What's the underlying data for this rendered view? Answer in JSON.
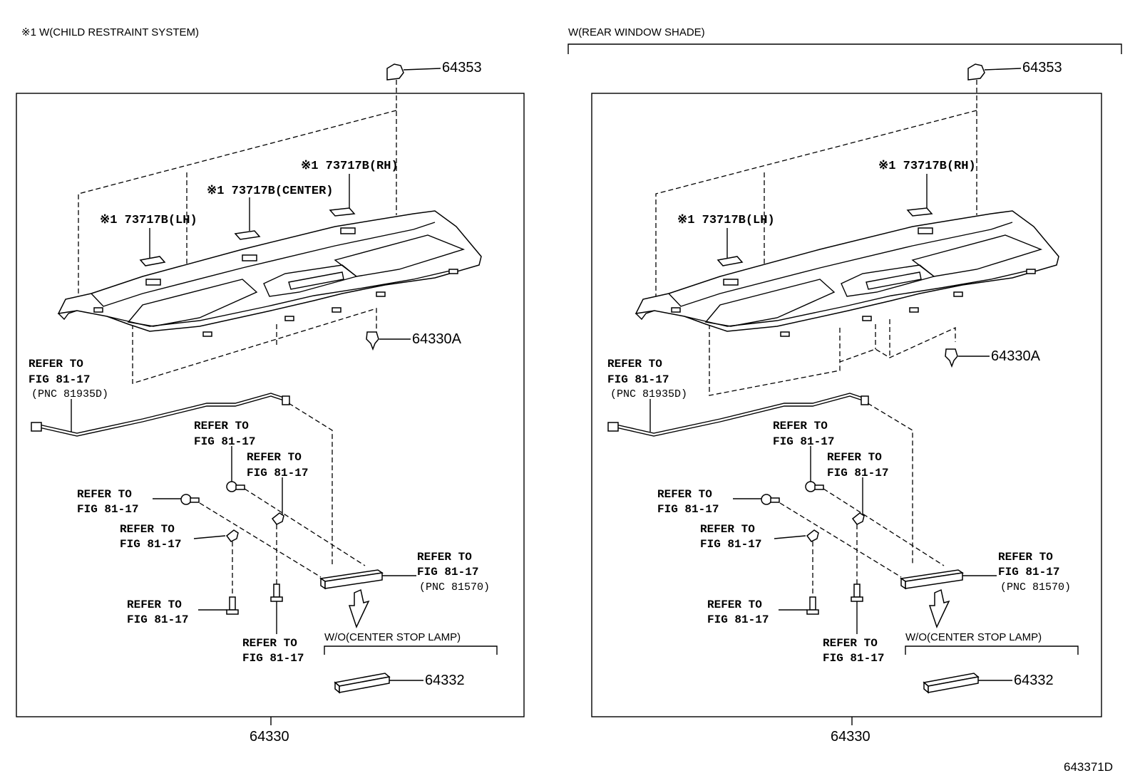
{
  "figure_code": "643371D",
  "panels": [
    {
      "header": "※1 W(CHILD RESTRAINT SYSTEM)",
      "part_64353": "64353",
      "part_64330A": "64330A",
      "part_64330": "64330",
      "part_64332": "64332",
      "callout_rh": "※1 73717B(RH)",
      "callout_center": "※1 73717B(CENTER)",
      "callout_lh": "※1 73717B(LH)",
      "refer_to": "REFER TO",
      "fig": "FIG 81-17",
      "pnc_wire": "(PNC 81935D)",
      "pnc_lamp": "(PNC 81570)",
      "wo_label": "W/O(CENTER STOP LAMP)"
    },
    {
      "header": "W(REAR WINDOW SHADE)",
      "part_64353": "64353",
      "part_64330A": "64330A",
      "part_64330": "64330",
      "part_64332": "64332",
      "callout_rh": "※1 73717B(RH)",
      "callout_lh": "※1 73717B(LH)",
      "refer_to": "REFER TO",
      "fig": "FIG 81-17",
      "pnc_wire": "(PNC 81935D)",
      "pnc_lamp": "(PNC 81570)",
      "wo_label": "W/O(CENTER STOP LAMP)"
    }
  ]
}
